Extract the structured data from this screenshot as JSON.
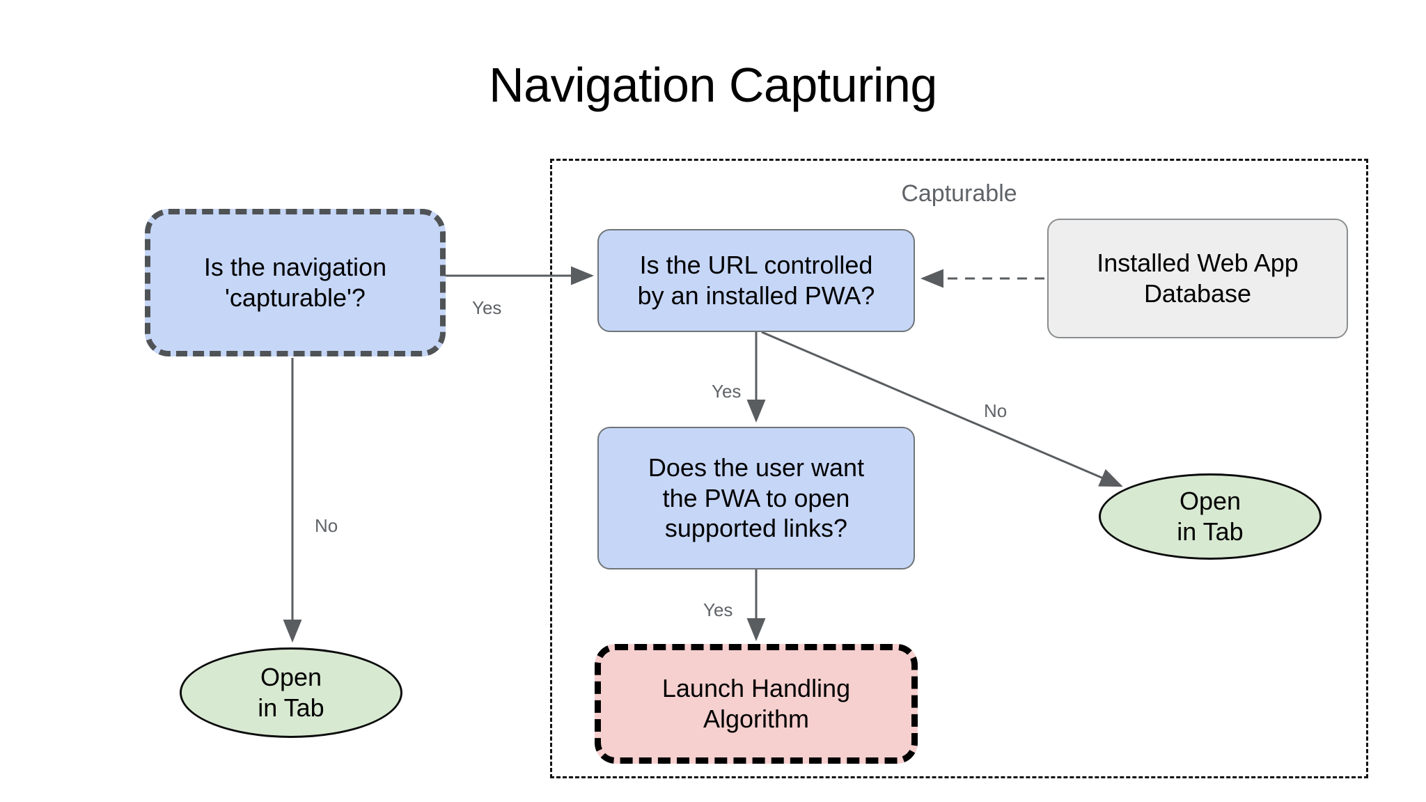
{
  "title": "Navigation Capturing",
  "group": {
    "label": "Capturable"
  },
  "nodes": {
    "is_capturable": "Is the navigation\n'capturable'?",
    "is_capturable_line1": "Is the navigation",
    "is_capturable_line2": "'capturable'?",
    "url_controlled_line1": "Is the URL controlled",
    "url_controlled_line2": "by an installed PWA?",
    "installed_db_line1": "Installed Web App",
    "installed_db_line2": "Database",
    "user_want_line1": "Does the user want",
    "user_want_line2": "the PWA to open",
    "user_want_line3": "supported links?",
    "launch_handling_line1": "Launch Handling",
    "launch_handling_line2": "Algorithm",
    "open_tab_left_line1": "Open",
    "open_tab_left_line2": "in Tab",
    "open_tab_right_line1": "Open",
    "open_tab_right_line2": "in Tab"
  },
  "edges": {
    "yes_capturable": "Yes",
    "no_capturable": "No",
    "yes_url": "Yes",
    "no_url": "No",
    "yes_want": "Yes"
  },
  "colors": {
    "decision_fill": "#c6d6f7",
    "decision_stroke_dashed": "#4f5355",
    "terminal_fill": "#d8e9d2",
    "terminal_stroke": "#0b0b0b",
    "algorithm_fill": "#f6cfcf",
    "algorithm_stroke": "#000000",
    "datastore_fill": "#eeeeee",
    "datastore_stroke": "#8a8d8f",
    "edge_stroke": "#595d60",
    "label_text": "#5f6368",
    "group_border": "#111111",
    "background": "#ffffff"
  }
}
